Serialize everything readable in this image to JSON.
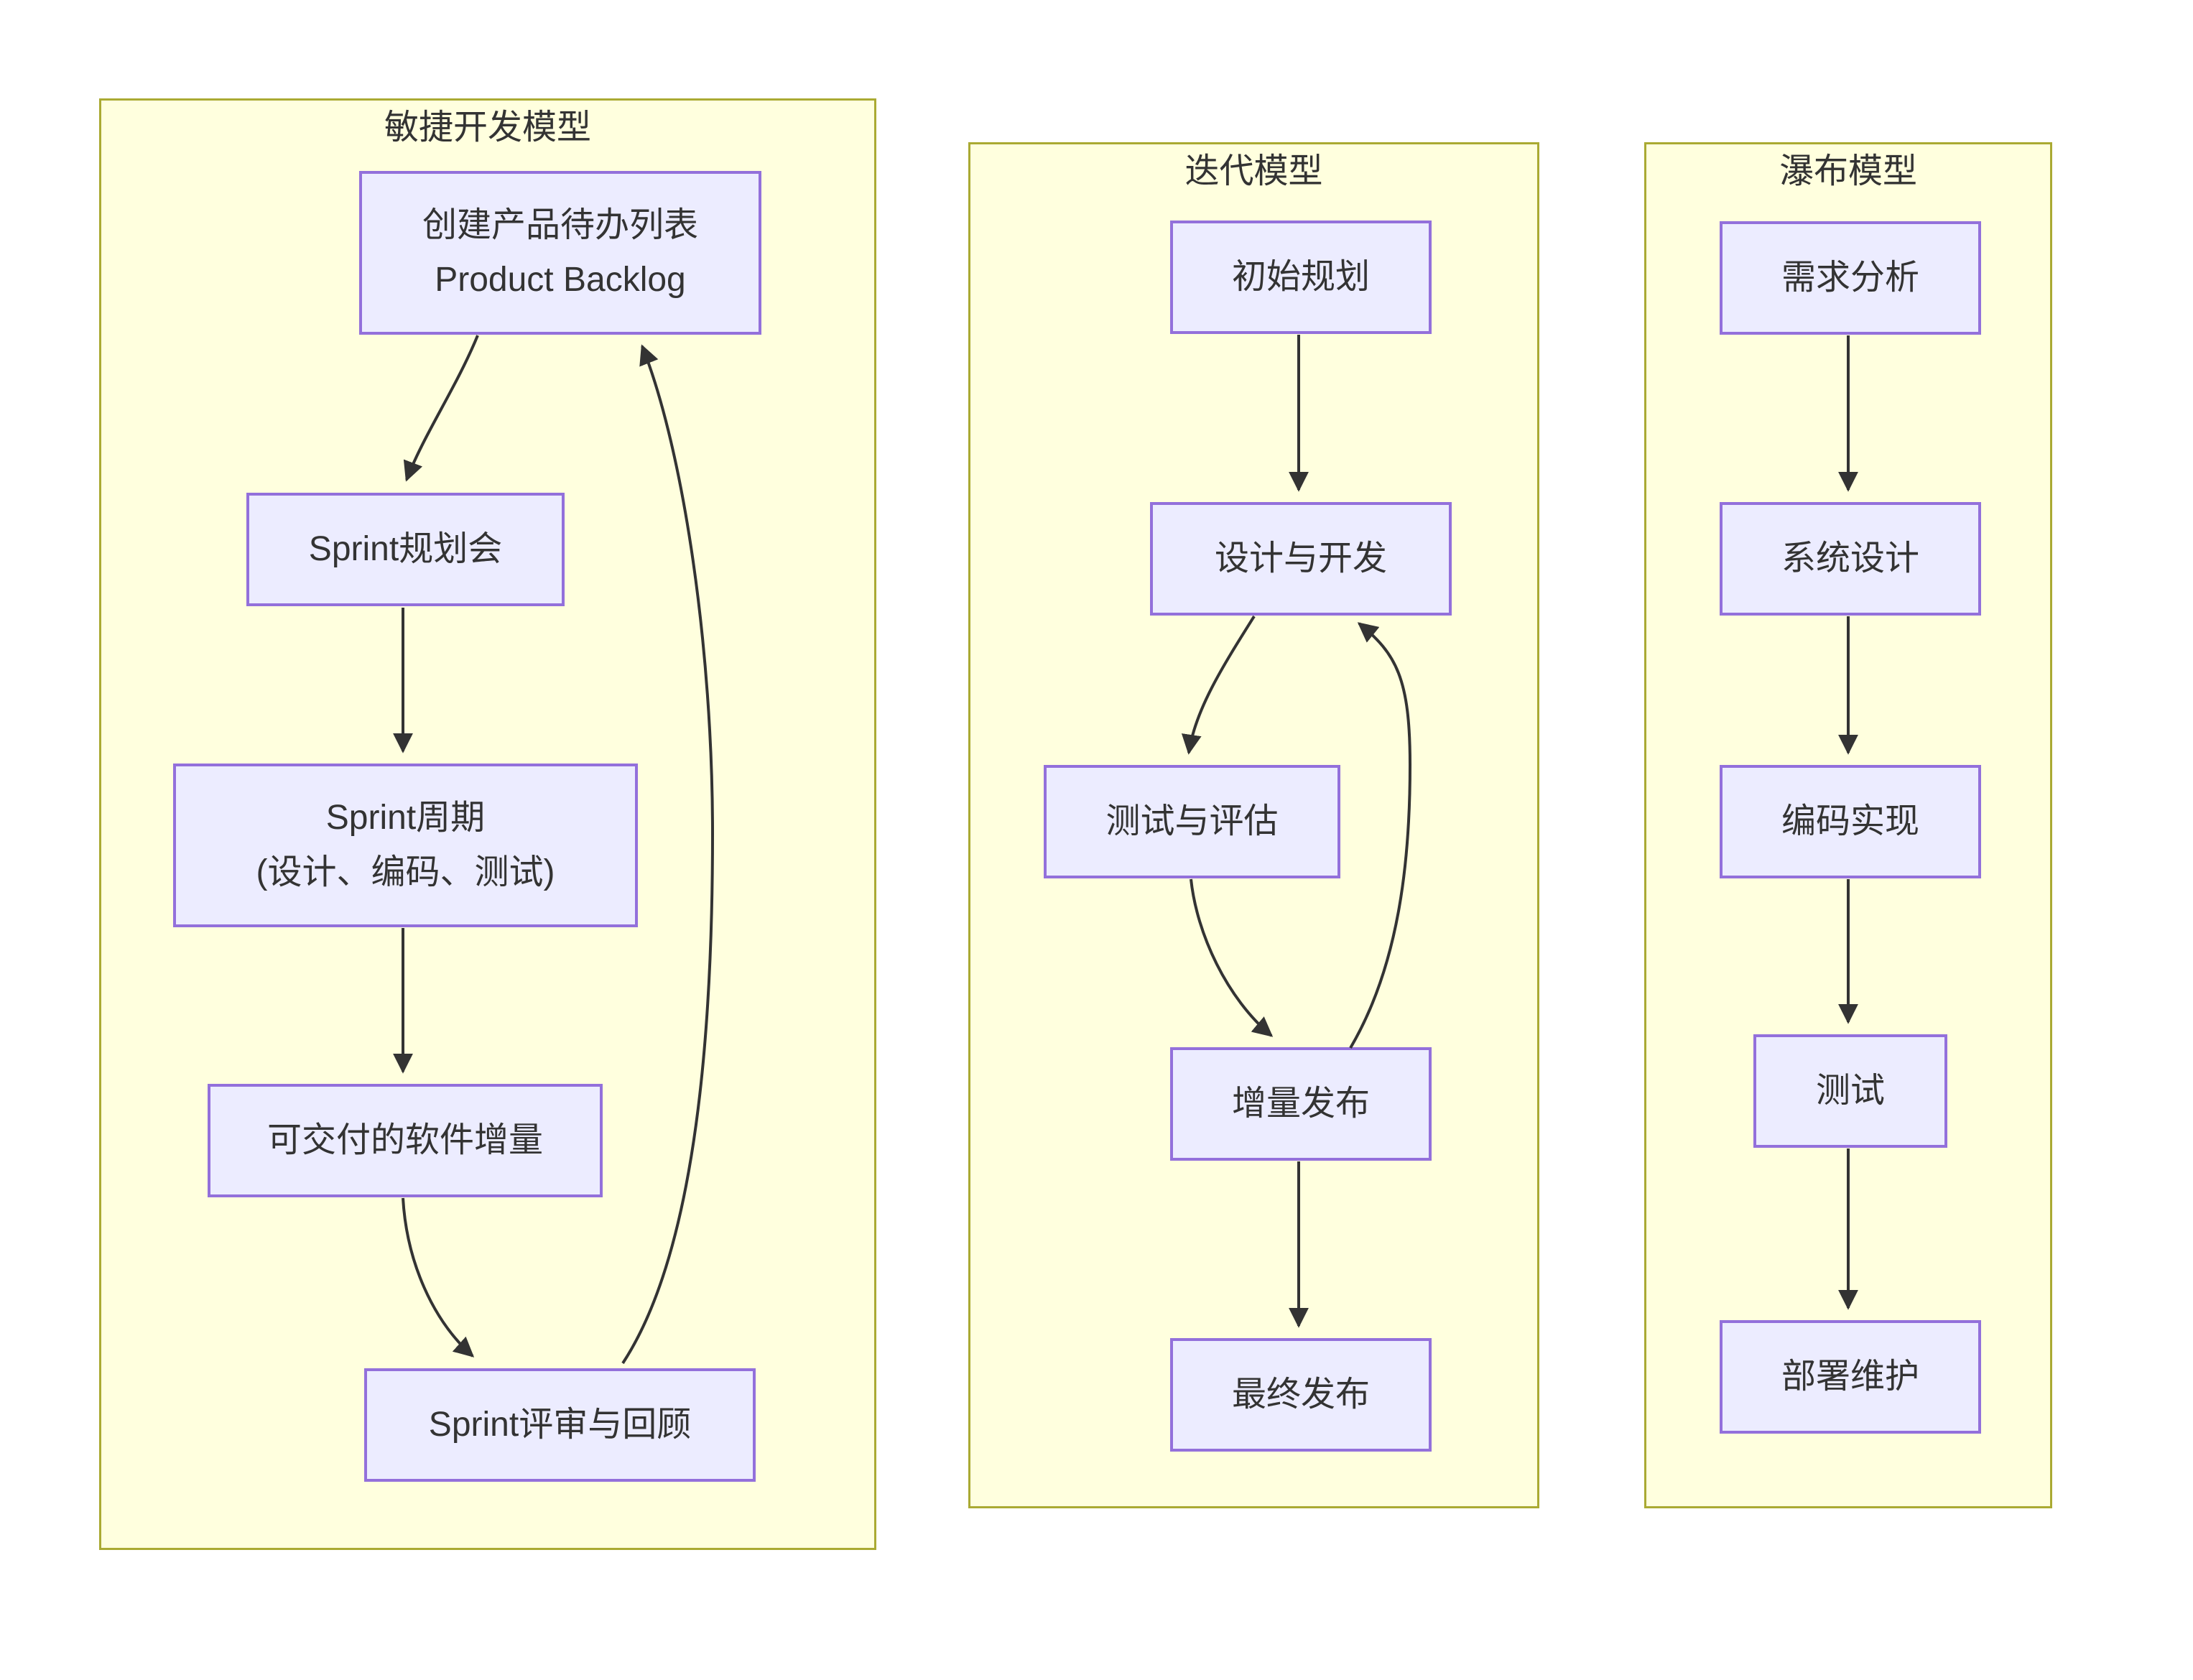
{
  "diagram": {
    "type": "flowchart",
    "direction": "top-down",
    "colors": {
      "background": "#ffffff",
      "cluster_fill": "#ffffde",
      "cluster_border": "#aaaa33",
      "node_fill": "#ECECFF",
      "node_border": "#9370DB",
      "edge": "#333333",
      "text": "#333333"
    },
    "clusters": [
      {
        "id": "agile",
        "title": "敏捷开发模型",
        "nodes": [
          {
            "id": "backlog",
            "label": "创建产品待办列表\nProduct Backlog"
          },
          {
            "id": "sprint-planning",
            "label": "Sprint规划会"
          },
          {
            "id": "sprint-cycle",
            "label": "Sprint周期\n(设计、编码、测试)"
          },
          {
            "id": "deliverable",
            "label": "可交付的软件增量"
          },
          {
            "id": "review",
            "label": "Sprint评审与回顾"
          }
        ],
        "edges": [
          {
            "from": "backlog",
            "to": "sprint-planning"
          },
          {
            "from": "sprint-planning",
            "to": "sprint-cycle"
          },
          {
            "from": "sprint-cycle",
            "to": "deliverable"
          },
          {
            "from": "deliverable",
            "to": "review"
          },
          {
            "from": "review",
            "to": "backlog"
          }
        ]
      },
      {
        "id": "iterative",
        "title": "迭代模型",
        "nodes": [
          {
            "id": "initial-planning",
            "label": "初始规划"
          },
          {
            "id": "design-dev",
            "label": "设计与开发"
          },
          {
            "id": "test-eval",
            "label": "测试与评估"
          },
          {
            "id": "incremental-release",
            "label": "增量发布"
          },
          {
            "id": "final-release",
            "label": "最终发布"
          }
        ],
        "edges": [
          {
            "from": "initial-planning",
            "to": "design-dev"
          },
          {
            "from": "design-dev",
            "to": "test-eval"
          },
          {
            "from": "test-eval",
            "to": "incremental-release"
          },
          {
            "from": "incremental-release",
            "to": "design-dev"
          },
          {
            "from": "incremental-release",
            "to": "final-release"
          }
        ]
      },
      {
        "id": "waterfall",
        "title": "瀑布模型",
        "nodes": [
          {
            "id": "requirements",
            "label": "需求分析"
          },
          {
            "id": "system-design",
            "label": "系统设计"
          },
          {
            "id": "coding",
            "label": "编码实现"
          },
          {
            "id": "testing",
            "label": "测试"
          },
          {
            "id": "deploy-maintain",
            "label": "部署维护"
          }
        ],
        "edges": [
          {
            "from": "requirements",
            "to": "system-design"
          },
          {
            "from": "system-design",
            "to": "coding"
          },
          {
            "from": "coding",
            "to": "testing"
          },
          {
            "from": "testing",
            "to": "deploy-maintain"
          }
        ]
      }
    ]
  }
}
